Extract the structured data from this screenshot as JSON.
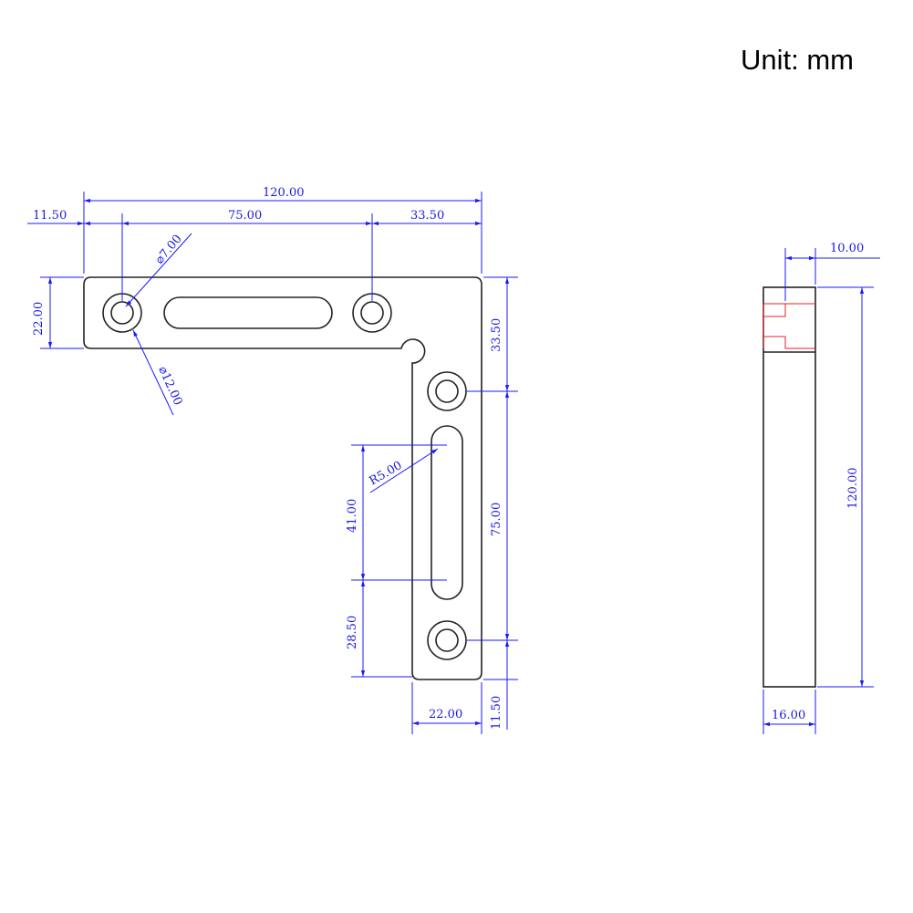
{
  "unit_label": "Unit: mm",
  "colors": {
    "dimension": "#1a1aff",
    "outline": "#222222",
    "section": "#e8202a"
  },
  "dimensions": {
    "overall_length": "120.00",
    "hole_offset": "11.50",
    "slot_span_top": "75.00",
    "top_right": "33.50",
    "hole_diameter": "⌀7.00",
    "counterbore_diameter": "⌀12.00",
    "arm_width_top": "22.00",
    "right_top": "33.50",
    "right_slot_span": "75.00",
    "slot_radius": "R5.00",
    "slot_length": "41.00",
    "bottom_offset": "28.50",
    "arm_width_bottom": "22.00",
    "bottom_hole_offset": "11.50",
    "side_top_width": "10.00",
    "side_height": "120.00",
    "side_thickness": "16.00"
  }
}
